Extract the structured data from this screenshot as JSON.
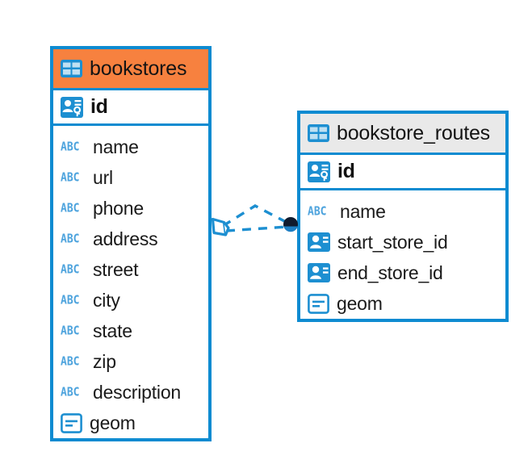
{
  "diagram": {
    "type": "er-diagram",
    "background": "#ffffff",
    "accent_color": "#0d8bd1",
    "selected_color": "#f7813f",
    "header_plain_color": "#e9e9e9",
    "icon_blue": "#1d8fd1",
    "abc_blue": "#4da3dd"
  },
  "tables": [
    {
      "name": "bookstores",
      "selected": true,
      "header_icon": "table-icon",
      "primary_key": {
        "name": "id",
        "icon": "primary-key-icon"
      },
      "fields": [
        {
          "name": "name",
          "icon": "text-abc-icon"
        },
        {
          "name": "url",
          "icon": "text-abc-icon"
        },
        {
          "name": "phone",
          "icon": "text-abc-icon"
        },
        {
          "name": "address",
          "icon": "text-abc-icon"
        },
        {
          "name": "street",
          "icon": "text-abc-icon"
        },
        {
          "name": "city",
          "icon": "text-abc-icon"
        },
        {
          "name": "state",
          "icon": "text-abc-icon"
        },
        {
          "name": "zip",
          "icon": "text-abc-icon"
        },
        {
          "name": "description",
          "icon": "text-abc-icon"
        },
        {
          "name": "geom",
          "icon": "geometry-icon"
        }
      ]
    },
    {
      "name": "bookstore_routes",
      "selected": false,
      "header_icon": "table-icon",
      "primary_key": {
        "name": "id",
        "icon": "primary-key-icon"
      },
      "fields": [
        {
          "name": "name",
          "icon": "text-abc-icon"
        },
        {
          "name": "start_store_id",
          "icon": "foreign-key-icon"
        },
        {
          "name": "end_store_id",
          "icon": "foreign-key-icon"
        },
        {
          "name": "geom",
          "icon": "geometry-icon"
        }
      ]
    }
  ],
  "relationship": {
    "source_table": "bookstores",
    "target_table": "bookstore_routes",
    "source_marker": "diamond-marker",
    "target_marker": "filled-circle-marker",
    "line_style": "dashed",
    "line_color": "#1d8fd1"
  }
}
